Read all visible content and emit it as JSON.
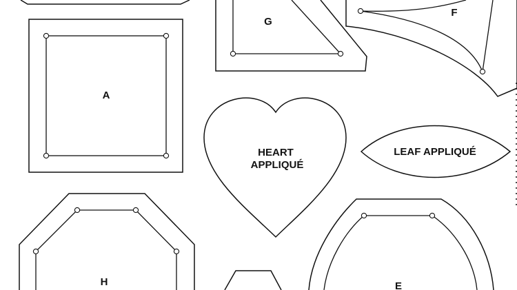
{
  "pieces": {
    "a": {
      "label": "A"
    },
    "g": {
      "label": "G"
    },
    "f": {
      "label": "F"
    },
    "heart": {
      "line1": "HEART",
      "line2": "APPLIQUÉ"
    },
    "leaf": {
      "label": "LEAF APPLIQUÉ"
    },
    "h": {
      "label": "H"
    },
    "e": {
      "label": "E"
    }
  },
  "colors": {
    "line": "#111111",
    "background": "#ffffff"
  }
}
